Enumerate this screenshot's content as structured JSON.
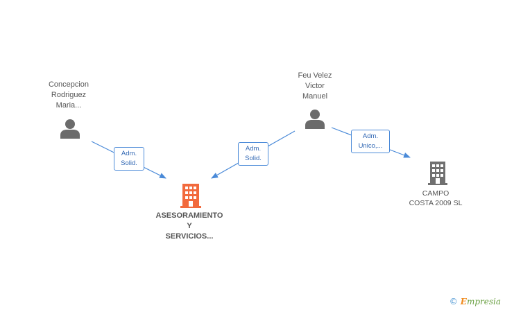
{
  "nodes": {
    "person_concepcion": {
      "lines": [
        "Concepcion",
        "Rodriguez",
        "Maria..."
      ]
    },
    "person_feu": {
      "lines": [
        "Feu Velez",
        "Victor",
        "Manuel"
      ]
    },
    "company_asesoramiento": {
      "lines": [
        "ASESORAMIENTO",
        "Y",
        "SERVICIOS..."
      ]
    },
    "company_campo": {
      "lines": [
        "CAMPO",
        "COSTA 2009 SL"
      ]
    }
  },
  "edges": {
    "concepcion_to_asesoramiento": {
      "role": [
        "Adm.",
        "Solid."
      ]
    },
    "feu_to_asesoramiento": {
      "role": [
        "Adm.",
        "Solid."
      ]
    },
    "feu_to_campo": {
      "role": [
        "Adm.",
        "Unico,..."
      ]
    }
  },
  "colors": {
    "edge": "#4a8ad8",
    "person_icon": "#6b6b6b",
    "center_company_icon": "#f26a3d",
    "company_icon": "#707070"
  },
  "icons": {
    "person": "person-icon",
    "company": "building-icon"
  },
  "watermark": {
    "copyright": "©",
    "brand_first": "E",
    "brand_rest": "mpresia"
  }
}
